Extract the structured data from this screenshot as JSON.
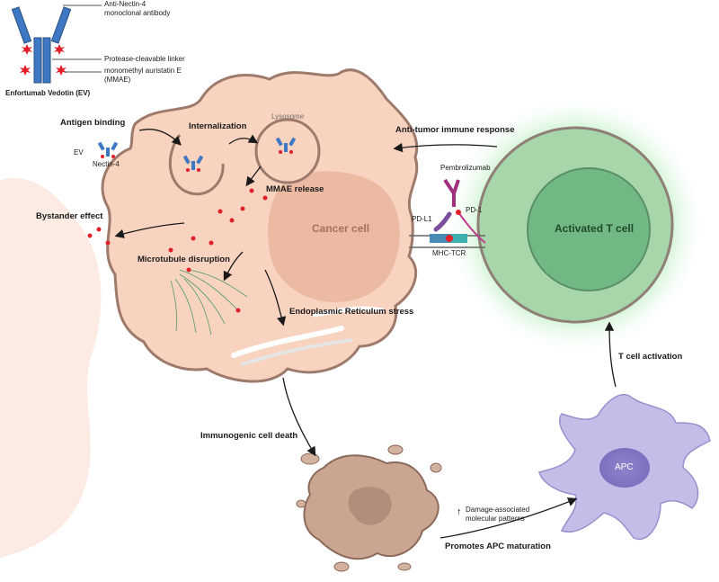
{
  "legend": {
    "antibody_label_1": "Anti-Nectin-4",
    "antibody_label_2": "monoclonal antibody",
    "linker_label": "Protease-cleavable linker",
    "mmae_label_1": "monomethyl auristatin E",
    "mmae_label_2": "(MMAE)",
    "drug_name": "Enfortumab Vedotin (EV)"
  },
  "steps": {
    "antigen_binding": "Antigen binding",
    "internalization": "Internalization",
    "lysosome": "Lysosome",
    "mmae_release": "MMAE release",
    "bystander_effect": "Bystander effect",
    "microtubule_disruption": "Microtubule disruption",
    "er_stress": "Endoplasmic Reticulum stress",
    "immunogenic_cell_death": "Immunogenic cell death",
    "promotes_apc": "Promotes APC maturation",
    "t_cell_activation": "T cell activation",
    "anti_tumor": "Anti-tumor immune response"
  },
  "molecules": {
    "ev": "EV",
    "nectin4": "Nectin-4",
    "pembrolizumab": "Pembrolizumab",
    "pd_l1": "PD-L1",
    "pd_1": "PD-1",
    "mhc_tcr": "MHC-TCR"
  },
  "cells": {
    "cancer_cell": "Cancer cell",
    "t_cell": "Activated T cell",
    "apc": "APC"
  },
  "damp": {
    "arrow": "↑",
    "line1": "Damage-associated",
    "line2": "molecular patterns"
  },
  "colors": {
    "cancer_fill": "#f8d3c0",
    "cancer_outline": "#9d7a6c",
    "nucleus": "#eab79f",
    "mmae": "#e0202a",
    "antibody": "#3f78c2",
    "tcell_outer": "#a7d6ab",
    "tcell_inner": "#72b885",
    "apc": "#c5bde8",
    "pembrolizumab": "#a0307e"
  }
}
